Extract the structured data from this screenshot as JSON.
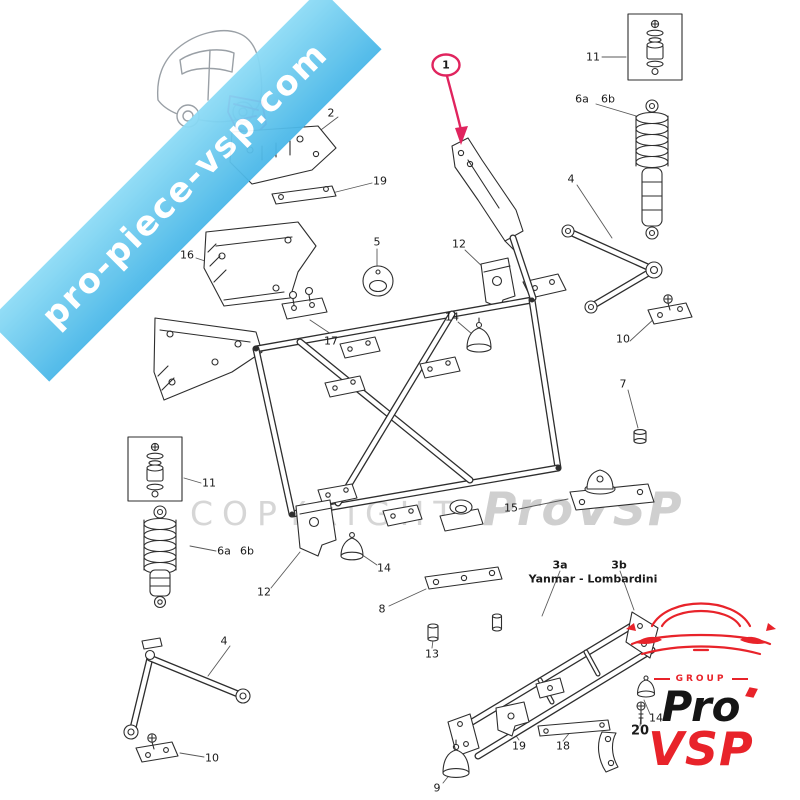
{
  "watermarks": {
    "diagonal": "pro-piece-vsp.com",
    "copyright": "COPYRIGHT",
    "brand": "ProVSP"
  },
  "callout": {
    "number": "1"
  },
  "engine_variants": {
    "left": "3a",
    "right": "3b",
    "caption": "Yanmar - Lombardini"
  },
  "logo": {
    "group": "GROUP",
    "line1": "Pro",
    "line2": "VSP"
  },
  "part_labels": [
    "2",
    "19",
    "16",
    "5",
    "12",
    "14",
    "17",
    "11",
    "6a",
    "6b",
    "4",
    "10",
    "7",
    "15",
    "11",
    "6a",
    "6b",
    "12",
    "14",
    "8",
    "4",
    "10",
    "13",
    "19",
    "18",
    "20",
    "14",
    "9"
  ],
  "colors": {
    "ribbon_blue": "#5fc6ee",
    "callout_red": "#e0245e",
    "highlight_pink": "#e6007e",
    "logo_red": "#e8232a",
    "watermark_gray": "#d6d6d6"
  }
}
